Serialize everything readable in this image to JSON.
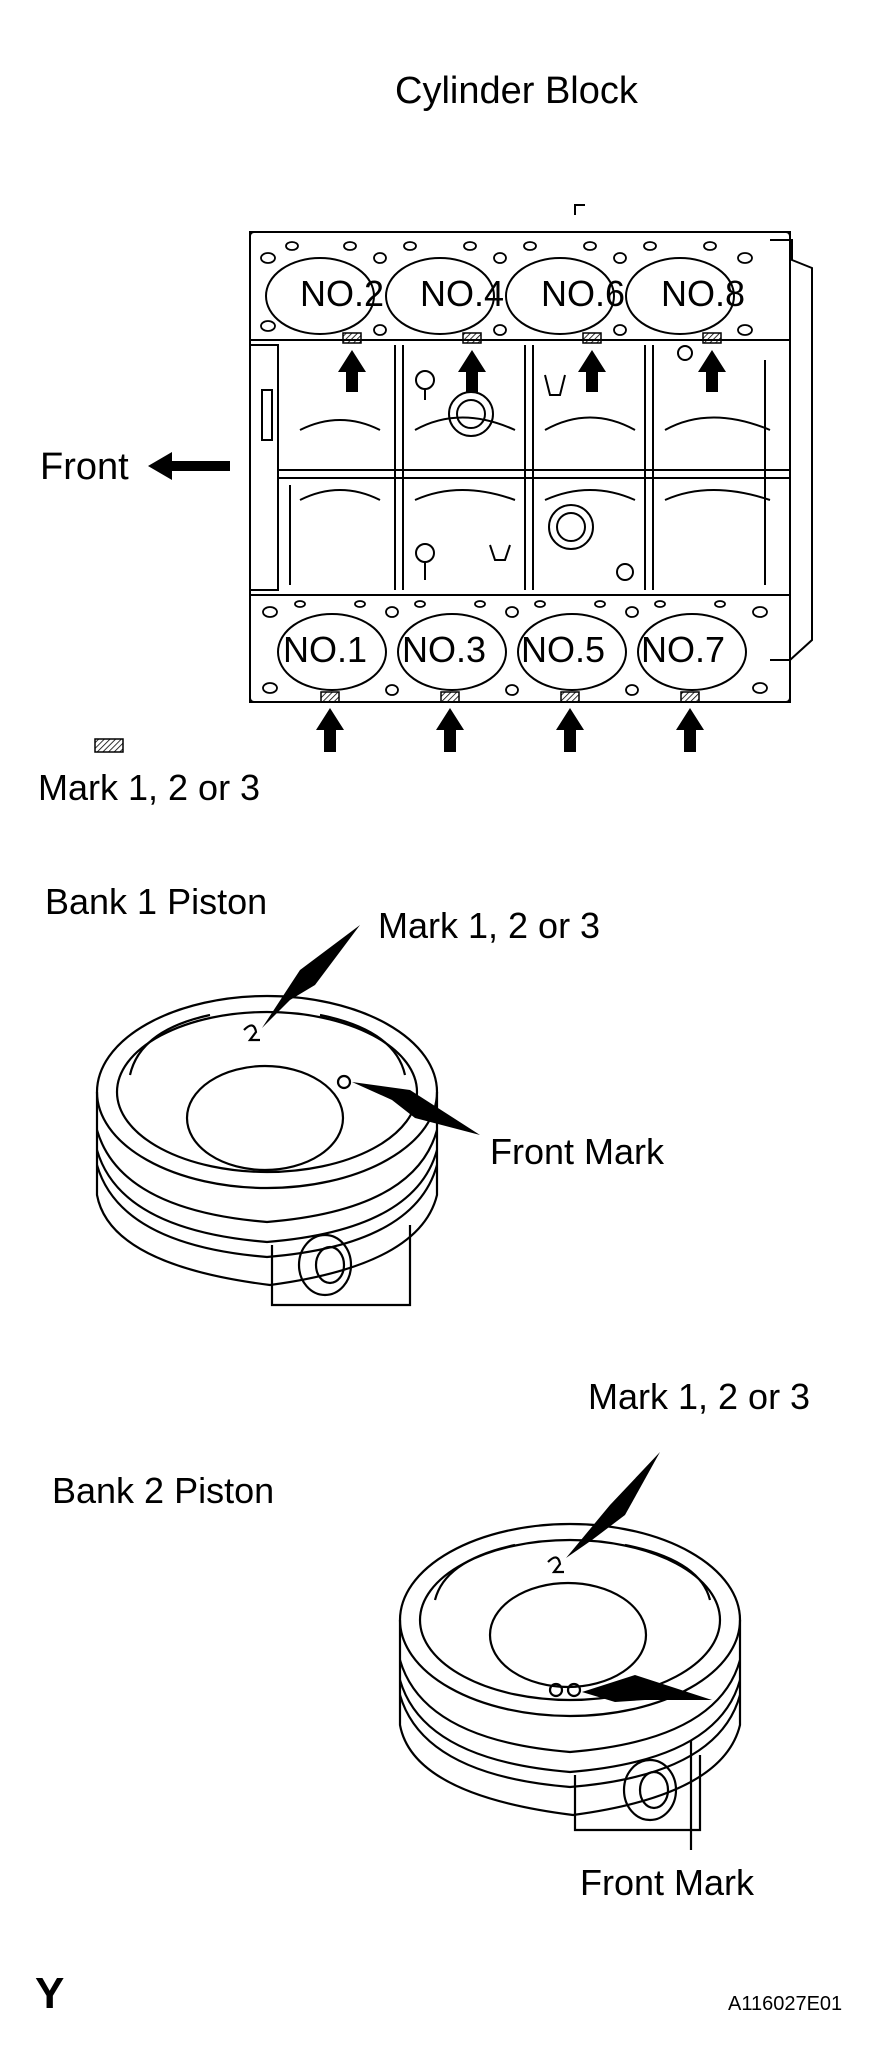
{
  "cylinder_block": {
    "title": "Cylinder Block",
    "front_label": "Front",
    "upper_cylinders": [
      "NO.2",
      "NO.4",
      "NO.6",
      "NO.8"
    ],
    "lower_cylinders": [
      "NO.1",
      "NO.3",
      "NO.5",
      "NO.7"
    ],
    "legend_label": "Mark 1, 2 or 3"
  },
  "bank1": {
    "title": "Bank 1 Piston",
    "mark_label": "Mark 1, 2 or 3",
    "front_mark_label": "Front Mark"
  },
  "bank2": {
    "title": "Bank 2 Piston",
    "mark_label": "Mark 1, 2 or 3",
    "front_mark_label": "Front Mark"
  },
  "footer": {
    "corner_letter": "Y",
    "figure_code": "A116027E01"
  }
}
